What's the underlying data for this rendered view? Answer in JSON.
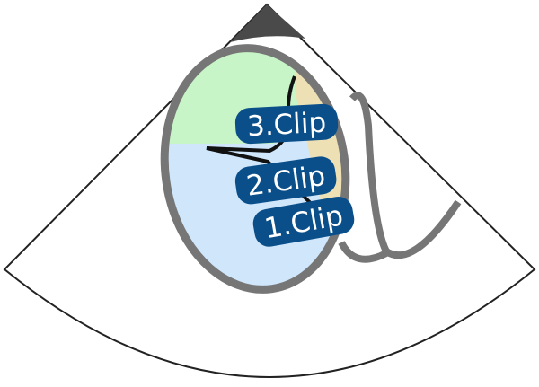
{
  "diagram": {
    "labels": [
      "3.Clip",
      "2.Clip",
      "1.Clip"
    ],
    "colors": {
      "sector_outline": "#222222",
      "apex": "#4a4a4a",
      "ring": "#767676",
      "region_green": "#c8f5c8",
      "region_tan": "#ede0b4",
      "region_blue": "#cfe6fb",
      "label_bg": "#0b4f8a",
      "label_text": "#ffffff"
    }
  }
}
